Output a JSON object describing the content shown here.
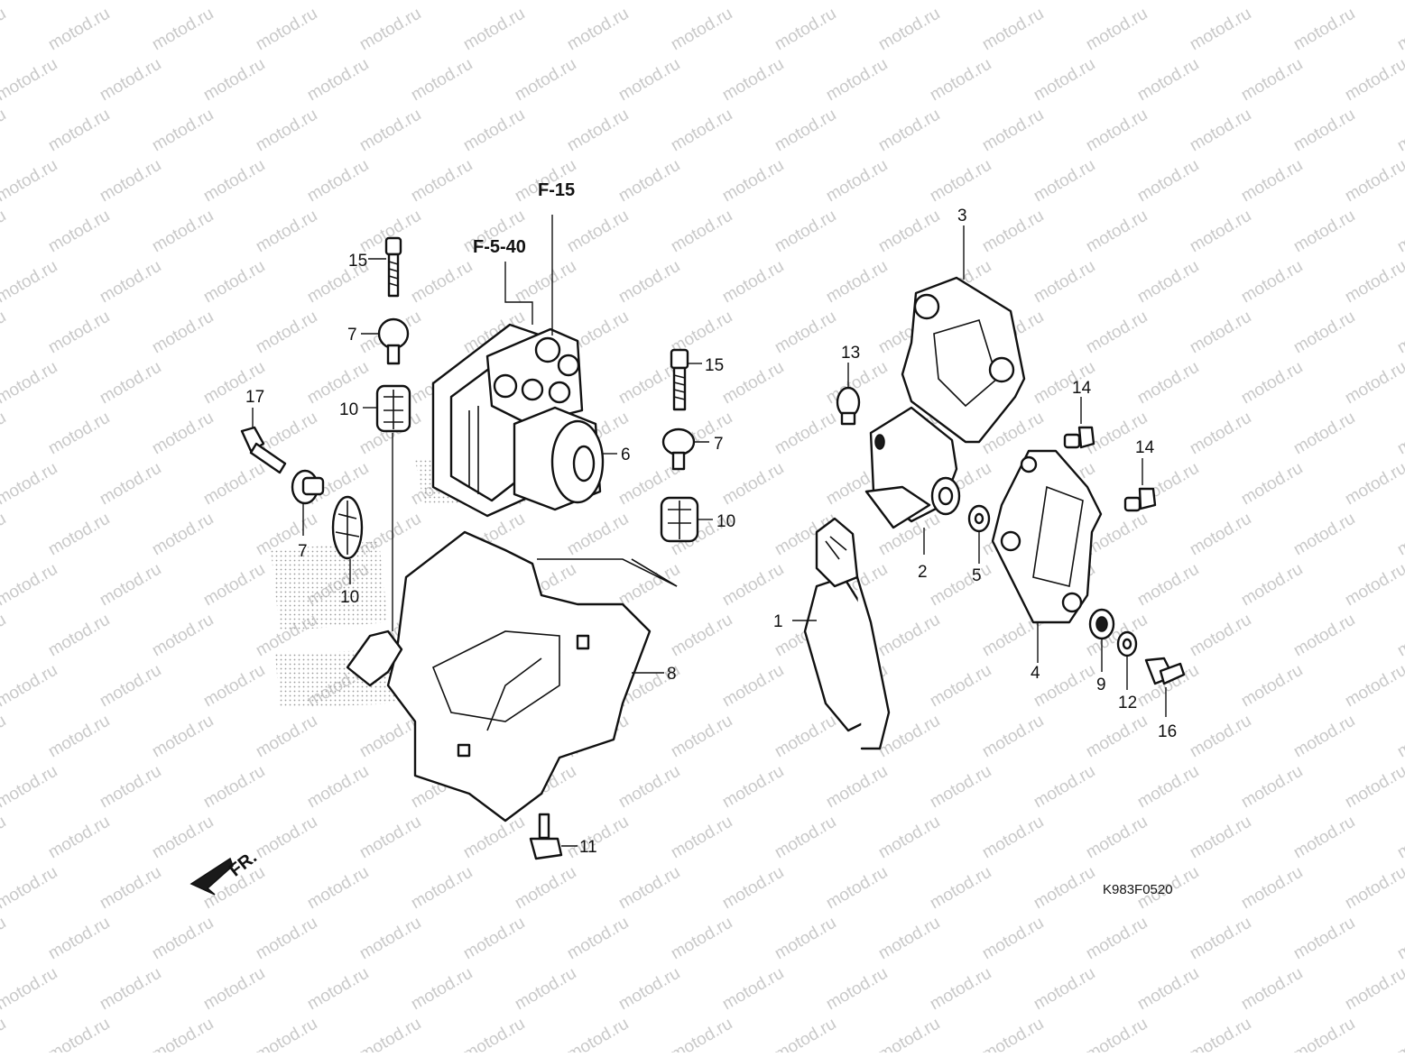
{
  "watermark": "motod.ru",
  "references": [
    "F-15",
    "F-5-40"
  ],
  "diagram_code": "K983F0520",
  "front_label": "FR.",
  "callouts": [
    "1",
    "2",
    "3",
    "4",
    "5",
    "6",
    "7",
    "7",
    "7",
    "8",
    "9",
    "10",
    "10",
    "10",
    "11",
    "12",
    "13",
    "14",
    "14",
    "15",
    "15",
    "16",
    "17"
  ]
}
